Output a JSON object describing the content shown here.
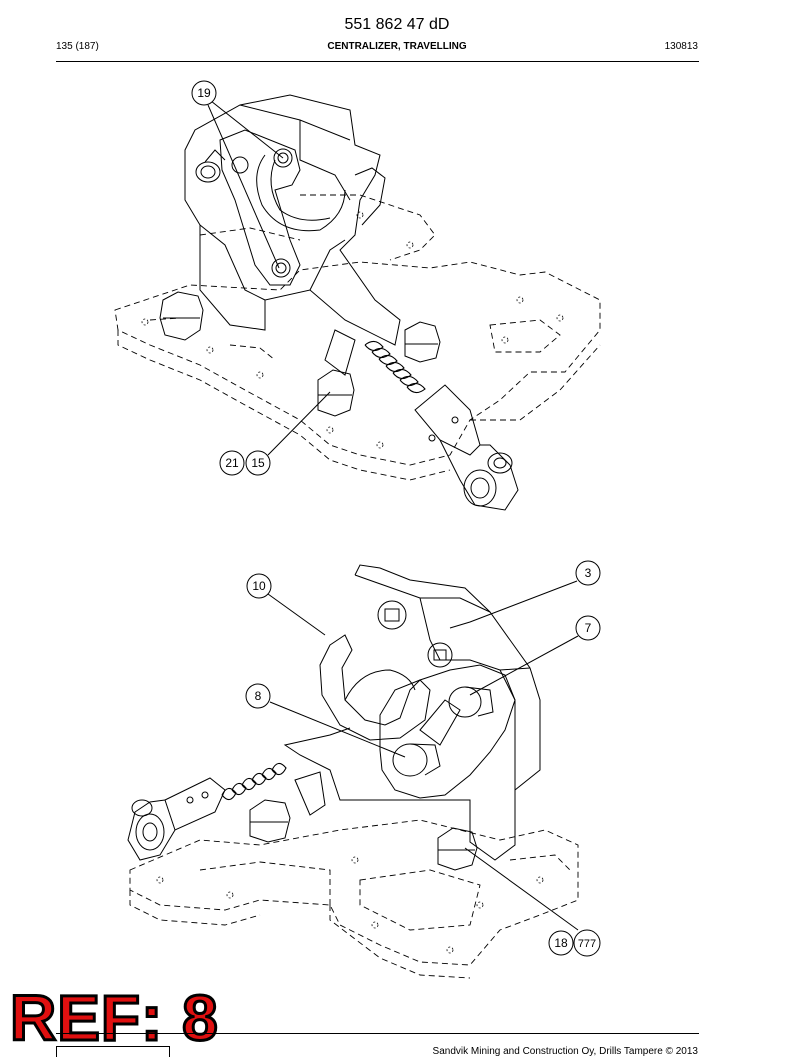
{
  "header": {
    "doc_number": "551 862 47 dD",
    "page_count": "135 (187)",
    "section_title": "CENTRALIZER, TRAVELLING",
    "date_code": "130813"
  },
  "callouts": {
    "c19": "19",
    "c21": "21",
    "c15": "15",
    "c3": "3",
    "c10": "10",
    "c7": "7",
    "c8": "8",
    "c18": "18",
    "c777": "777"
  },
  "stamp": {
    "ref": "REF: 8"
  },
  "footer": {
    "copyright": "Sandvik Mining and Construction Oy, Drills Tampere © 2013"
  }
}
